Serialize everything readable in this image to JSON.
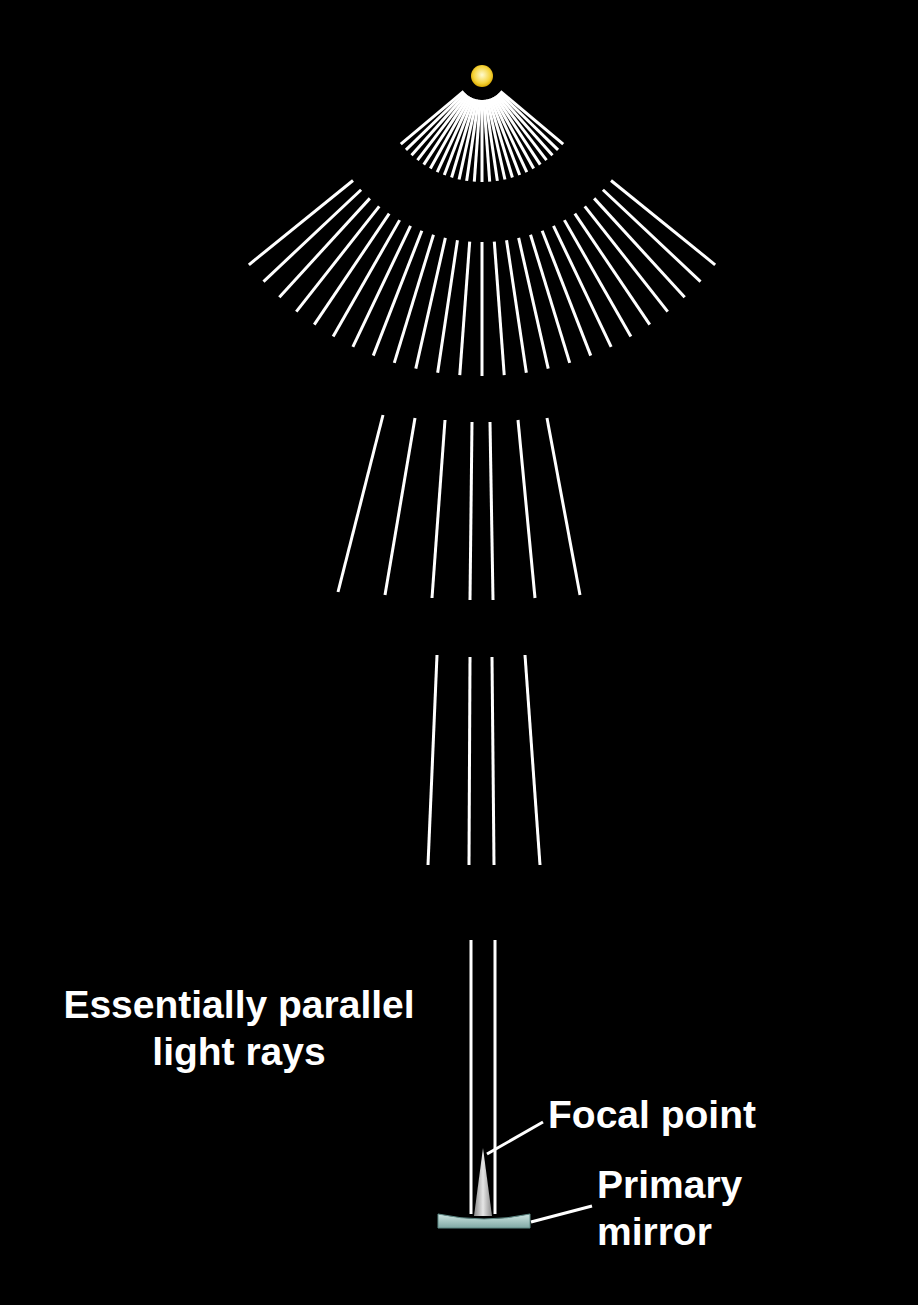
{
  "diagram": {
    "labels": [
      "Essentially parallel light rays",
      "Focal point",
      "Primary mirror"
    ]
  }
}
